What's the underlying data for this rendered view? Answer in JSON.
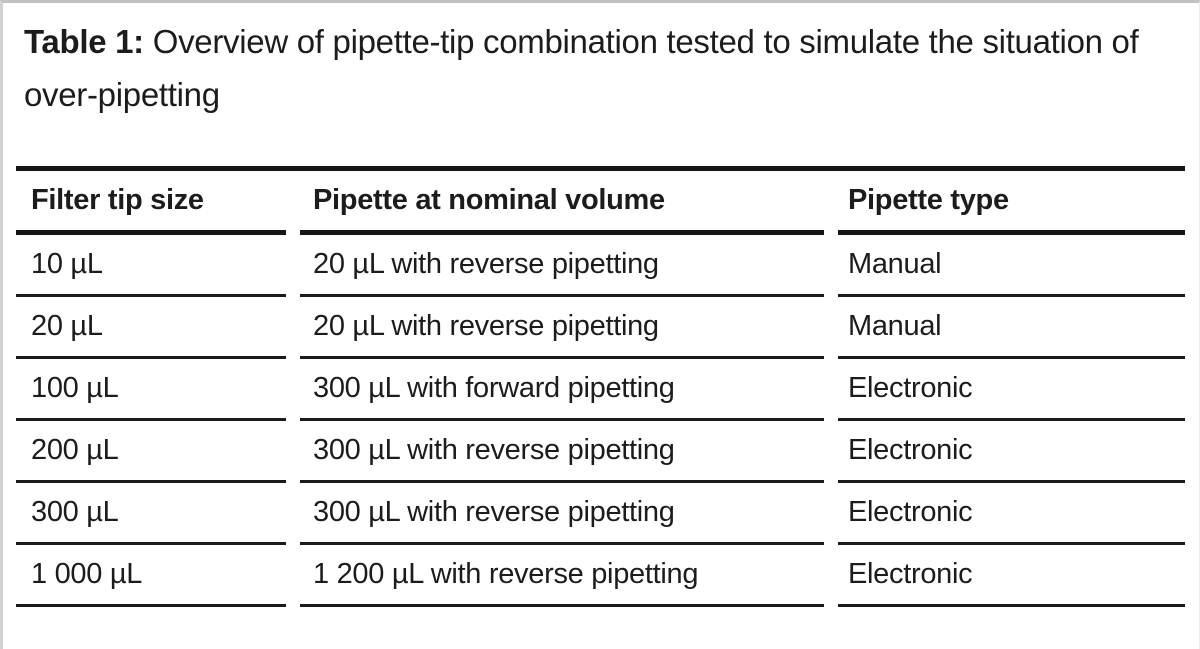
{
  "caption": {
    "label": "Table 1:",
    "text": " Overview of pipette-tip combination tested to simulate the situation of over-pipetting"
  },
  "table": {
    "columns": [
      "Filter tip size",
      "Pipette at nominal volume",
      "Pipette type"
    ],
    "rows": [
      [
        "10 µL",
        "20 µL with reverse pipetting",
        "Manual"
      ],
      [
        "20 µL",
        "20 µL with reverse pipetting",
        "Manual"
      ],
      [
        "100 µL",
        "300 µL with forward pipetting",
        "Electronic"
      ],
      [
        "200 µL",
        "300 µL with reverse pipetting",
        "Electronic"
      ],
      [
        "300 µL",
        "300 µL with reverse pipetting",
        "Electronic"
      ],
      [
        "1 000 µL",
        "1 200 µL with reverse pipetting",
        "Electronic"
      ]
    ]
  },
  "colors": {
    "text": "#1c1c1c",
    "rule": "#151515",
    "background": "#ffffff"
  }
}
